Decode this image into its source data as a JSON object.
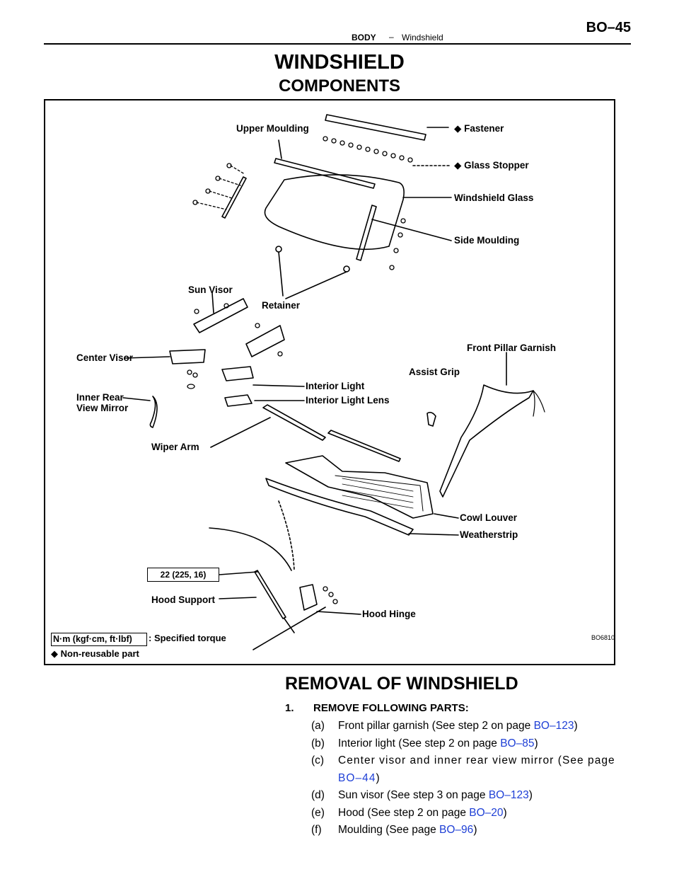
{
  "header": {
    "section": "BODY",
    "separator": "–",
    "topic": "Windshield",
    "page": "BO–45"
  },
  "titles": {
    "main": "WINDSHIELD",
    "sub": "COMPONENTS"
  },
  "diagram": {
    "labels": {
      "fastener": "◆ Fastener",
      "glass_stopper": "◆ Glass Stopper",
      "upper_moulding": "Upper Moulding",
      "windshield_glass": "Windshield Glass",
      "side_moulding": "Side Moulding",
      "sun_visor": "Sun Visor",
      "retainer": "Retainer",
      "front_pillar_garnish": "Front Pillar Garnish",
      "center_visor": "Center Visor",
      "assist_grip": "Assist Grip",
      "interior_light": "Interior Light",
      "interior_light_lens": "Interior Light Lens",
      "inner_rear_view_mirror": "Inner Rear View Mirror",
      "wiper_arm": "Wiper Arm",
      "cowl_louver": "Cowl Louver",
      "weatherstrip": "Weatherstrip",
      "hood_support": "Hood Support",
      "hood_hinge": "Hood Hinge"
    },
    "torque_value": "22 (225, 16)",
    "legend_unit": "N·m (kgf·cm, ft·lbf)",
    "legend_torque": ": Specified torque",
    "legend_nonreusable": "◆ Non-reusable part",
    "figure_code": "BO6810"
  },
  "removal": {
    "heading": "REMOVAL OF WINDSHIELD",
    "step_number": "1.",
    "step_title": "REMOVE FOLLOWING PARTS:",
    "items": [
      {
        "key": "(a)",
        "text": "Front pillar garnish (See step 2 on page ",
        "link": "BO–123",
        "after": ")"
      },
      {
        "key": "(b)",
        "text": "Interior light (See step 2 on page ",
        "link": "BO–85",
        "after": ")"
      },
      {
        "key": "(c)",
        "text": "Center visor and inner rear view mirror (See page ",
        "link": "BO–44",
        "after": ")"
      },
      {
        "key": "(d)",
        "text": "Sun visor (See step 3 on page ",
        "link": "BO–123",
        "after": ")"
      },
      {
        "key": "(e)",
        "text": "Hood (See step 2 on page ",
        "link": "BO–20",
        "after": ")"
      },
      {
        "key": "(f)",
        "text": "Moulding (See page ",
        "link": "BO–96",
        "after": ")"
      }
    ],
    "link_color": "#1e3fd6"
  }
}
